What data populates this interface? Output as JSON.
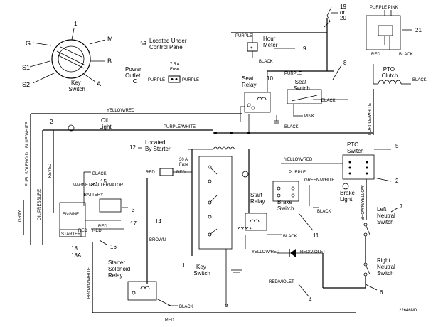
{
  "labels": {
    "ignition_key_switch": "Key\nSwitch",
    "key_switch": "Key\nSwitch",
    "location_under_panel": "Located Under\nControl Panel",
    "location_starter": "Located\nBy Starter",
    "power_outlet": "Power\nOutlet",
    "fuse_7_5": "7.5 A\nFuse",
    "fuse_30": "30 A\nFuse",
    "hour_meter": "Hour\nMeter",
    "seat_relay": "Seat\nRelay",
    "seat_switch": "Seat\nSwitch",
    "pto_clutch": "PTO\nClutch",
    "pto_switch": "PTO\nSwitch",
    "oil_light": "Oil\nLight",
    "start_relay": "Start\nRelay",
    "brake_switch": "Brake\nSwitch",
    "brake_light": "Brake\nLight",
    "left_neutral": "Left\nNeutral\nSwitch",
    "right_neutral": "Right\nNeutral\nSwitch",
    "starter_solenoid_relay": "Starter\nSolenoid\nRelay",
    "battery": "BATTERY",
    "engine": "ENGINE",
    "starter": "STARTER",
    "rectifier": "MAGNETO/ALTERNATOR",
    "code": "22646ND"
  },
  "key_terminals": [
    "G",
    "M",
    "S1",
    "B",
    "S2",
    "A"
  ],
  "wire_colors": {
    "purple": "PURPLE",
    "black": "BLACK",
    "pink": "PINK",
    "red": "RED",
    "yellow_red": "YELLOW/RED",
    "purple_white": "PURPLE/WHITE",
    "green_white": "GREEN/WHITE",
    "brown": "BROWN",
    "brown_white": "BROWN/WHITE",
    "brown_yellow": "BROWN/YELLOW",
    "red_violet": "RED/VIOLET",
    "gray": "GRAY",
    "blue_white": "BLUE/WHITE",
    "keyed": "KEYED",
    "oil_pressure": "OIL PRESSURE",
    "fuel_solenoid": "FUEL SOLENOID",
    "purple_pink": "PURPLE    PINK"
  },
  "callouts": [
    "1",
    "2",
    "3",
    "4",
    "5",
    "6",
    "7",
    "8",
    "9",
    "10",
    "11",
    "12",
    "13",
    "14",
    "15",
    "16",
    "17",
    "18",
    "18A",
    "19\nor\n20",
    "21"
  ]
}
